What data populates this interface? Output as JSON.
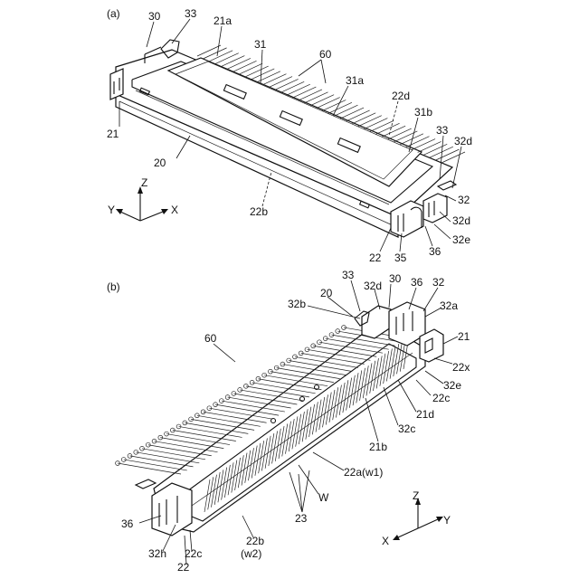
{
  "panels": [
    {
      "id": "a",
      "caption": "(a)",
      "axes": {
        "vertical": "Z",
        "left": "Y",
        "right": "X"
      },
      "labels": [
        "30",
        "33",
        "21a",
        "31",
        "60",
        "31a",
        "22d",
        "21",
        "31b",
        "33",
        "32d",
        "20",
        "32",
        "32d",
        "22b",
        "32e",
        "22",
        "35",
        "36"
      ]
    },
    {
      "id": "b",
      "caption": "(b)",
      "axes": {
        "vertical": "Z",
        "left": "X",
        "right": "Y"
      },
      "labels": [
        "33",
        "30",
        "36",
        "32",
        "32b",
        "20",
        "32d",
        "32a",
        "21",
        "60",
        "22x",
        "32e",
        "22c",
        "21d",
        "32c",
        "21b",
        "22a(w1)",
        "W",
        "23",
        "36",
        "32h",
        "22c",
        "22",
        "22b",
        "(w2)"
      ]
    }
  ]
}
